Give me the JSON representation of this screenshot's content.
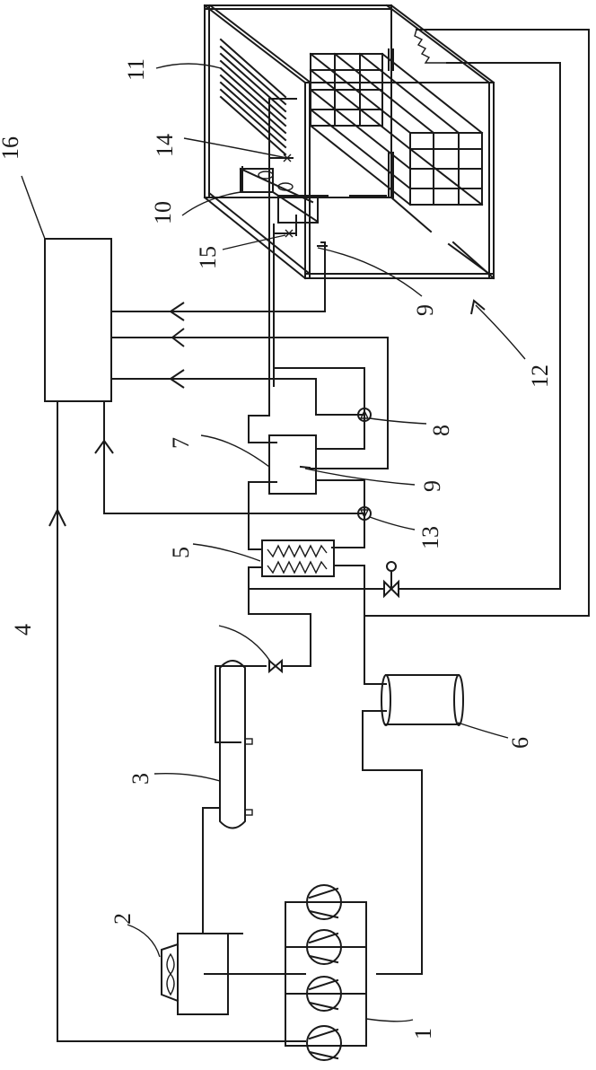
{
  "figure": {
    "title": "Refrigeration system schematic (patent drawing)",
    "orientation": "rotated 90 degrees",
    "stroke_color": "#1a1a1a",
    "background_color": "#ffffff"
  },
  "labels": {
    "l1": "1",
    "l2": "2",
    "l3": "3",
    "l4": "4",
    "l5": "5",
    "l6": "6",
    "l7": "7",
    "l8": "8",
    "l9a": "9",
    "l9b": "9",
    "l10": "10",
    "l11": "11",
    "l12": "12",
    "l13": "13",
    "l14": "14",
    "l15": "15",
    "l16": "16"
  },
  "components": [
    {
      "ref": "1",
      "name": "compressor-group",
      "count": 4
    },
    {
      "ref": "2",
      "name": "condenser-with-fan"
    },
    {
      "ref": "3",
      "name": "liquid-receiver"
    },
    {
      "ref": "4",
      "name": "expansion-valve"
    },
    {
      "ref": "5",
      "name": "plate-heat-exchanger"
    },
    {
      "ref": "6",
      "name": "gas-liquid-separator"
    },
    {
      "ref": "7",
      "name": "buffer-tank"
    },
    {
      "ref": "8",
      "name": "pump-upper"
    },
    {
      "ref": "9",
      "name": "temperature-sensor",
      "count": 2
    },
    {
      "ref": "10",
      "name": "air-cooler"
    },
    {
      "ref": "11",
      "name": "coil-evaporator"
    },
    {
      "ref": "12",
      "name": "cold-storage-room"
    },
    {
      "ref": "13",
      "name": "pump-lower"
    },
    {
      "ref": "14",
      "name": "valve-upper"
    },
    {
      "ref": "15",
      "name": "valve-lower"
    },
    {
      "ref": "16",
      "name": "controller"
    }
  ]
}
